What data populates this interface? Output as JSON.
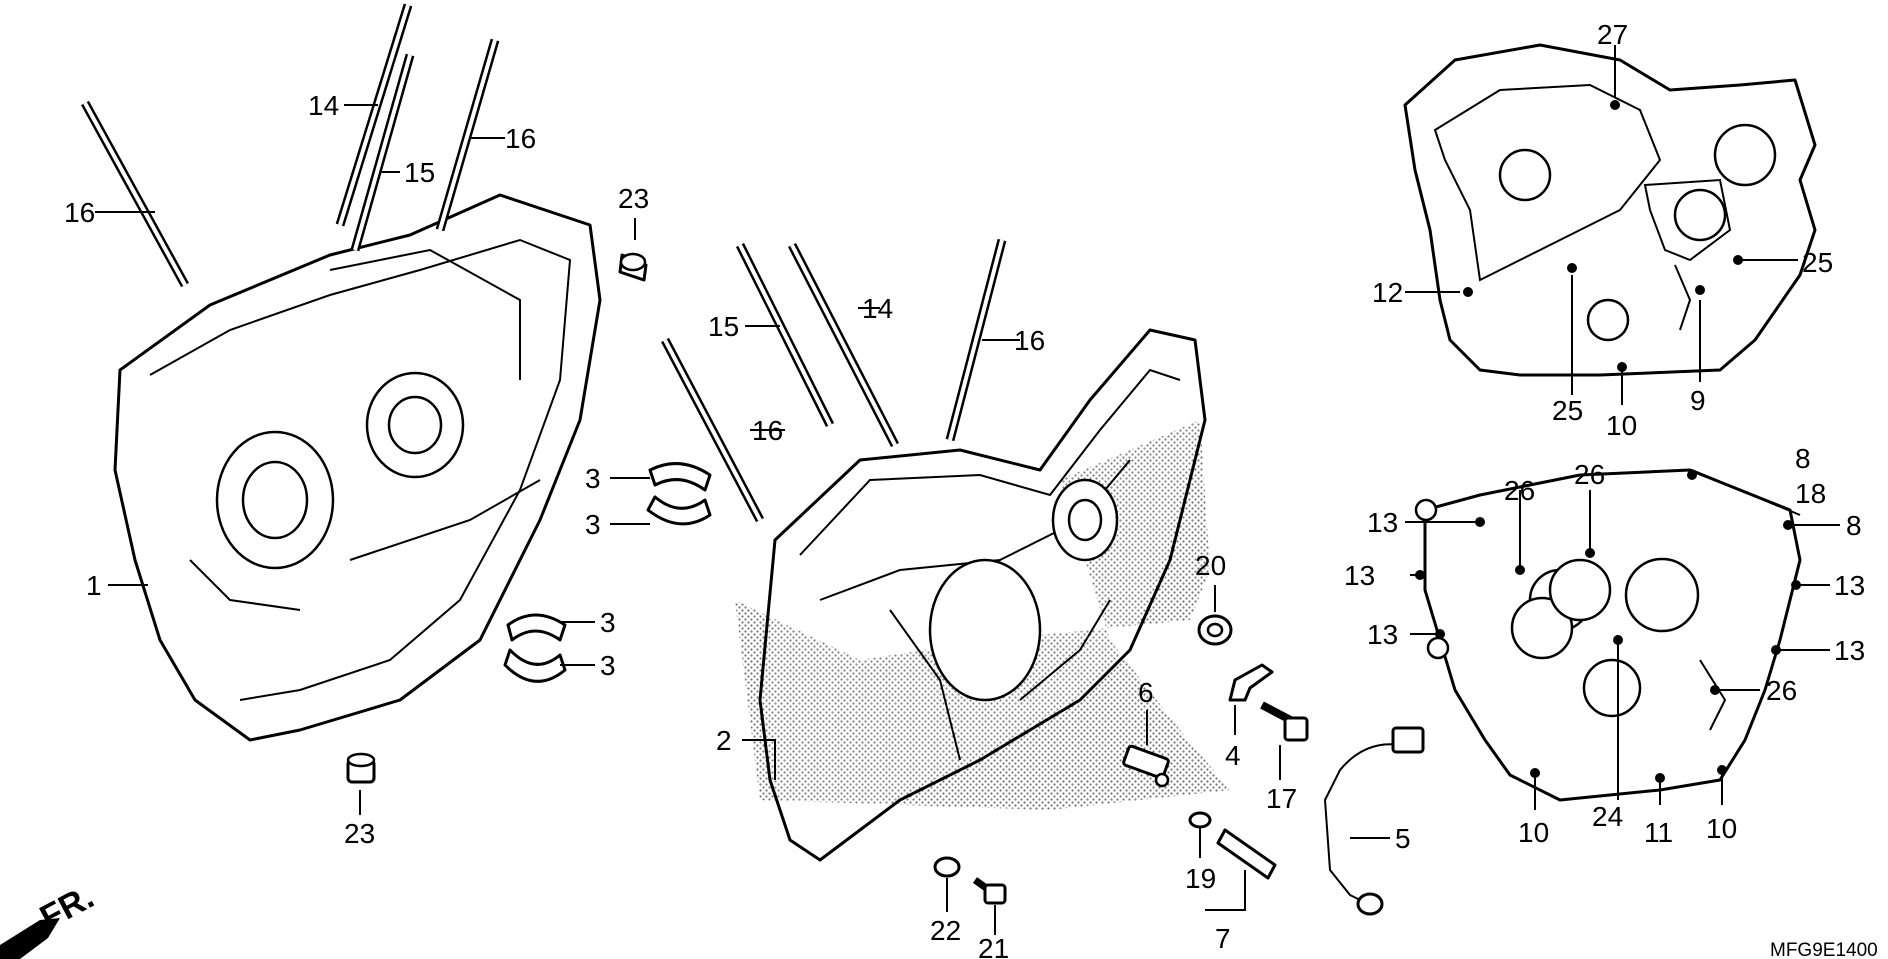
{
  "diagram": {
    "front_mark": "FR.",
    "drawing_code": "MFG9E1400",
    "callouts": {
      "c1": "1",
      "c2": "2",
      "c3a": "3",
      "c3b": "3",
      "c3c": "3",
      "c3d": "3",
      "c4": "4",
      "c5": "5",
      "c6": "6",
      "c7": "7",
      "c8a": "8",
      "c8b": "8",
      "c9": "9",
      "c10a": "10",
      "c10b": "10",
      "c10c": "10",
      "c11": "11",
      "c12": "12",
      "c13a": "13",
      "c13b": "13",
      "c13c": "13",
      "c13d": "13",
      "c13e": "13",
      "c14a": "14",
      "c14b": "14",
      "c15a": "15",
      "c15b": "15",
      "c16a": "16",
      "c16b": "16",
      "c16c": "16",
      "c16d": "16",
      "c17": "17",
      "c18": "18",
      "c19": "19",
      "c20": "20",
      "c21": "21",
      "c22": "22",
      "c23a": "23",
      "c23b": "23",
      "c24": "24",
      "c25a": "25",
      "c25b": "25",
      "c26a": "26",
      "c26b": "26",
      "c26c": "26",
      "c27": "27"
    }
  }
}
